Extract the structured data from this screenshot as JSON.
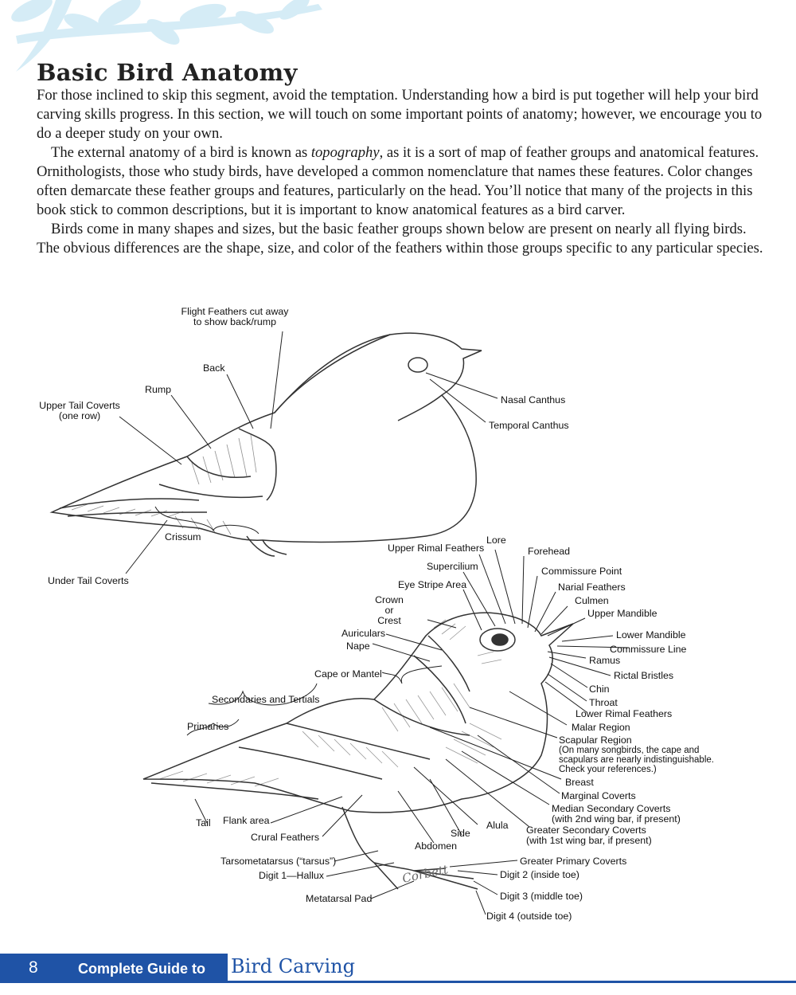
{
  "page": {
    "title": "Basic Bird Anatomy",
    "paragraphs": [
      "For those inclined to skip this segment, avoid the temptation. Understanding how a bird is put together will help your bird carving skills progress. In this section, we will touch on some important points of anatomy; however, we encourage you to do a deeper study on your own.",
      "Birds come in many shapes and sizes, but the basic feather groups shown below are present on nearly all flying birds. The obvious differences are the shape, size, and color of the feathers within those groups specific to any particular species."
    ],
    "para2": {
      "before": "The external anatomy of a bird is known as ",
      "italic": "topography",
      "after": ", as it is a sort of map of feather groups and anatomical features. Ornithologists, those who study birds, have developed a common nomenclature that names these features. Color changes often demarcate these feather groups and features, particularly on the head. You’ll notice that many of the projects in this book stick to common descriptions, but it is important to know anatomical features as a bird carver."
    }
  },
  "figure": {
    "top_bird_labels": {
      "flight_feathers_1": "Flight Feathers cut away",
      "flight_feathers_2": "to show back/rump",
      "back": "Back",
      "rump": "Rump",
      "upper_tail_coverts_1": "Upper Tail Coverts",
      "upper_tail_coverts_2": "(one row)",
      "crissum": "Crissum",
      "under_tail_coverts": "Under Tail Coverts",
      "nasal_canthus": "Nasal Canthus",
      "temporal_canthus": "Temporal Canthus"
    },
    "bottom_bird_labels": {
      "lore": "Lore",
      "upper_rimal_feathers": "Upper Rimal Feathers",
      "forehead": "Forehead",
      "supercilium": "Supercilium",
      "commissure_point": "Commissure Point",
      "eye_stripe_area": "Eye Stripe Area",
      "narial_feathers": "Narial Feathers",
      "crown": "Crown",
      "or": "or",
      "crest": "Crest",
      "culmen": "Culmen",
      "upper_mandible": "Upper Mandible",
      "auriculars": "Auriculars",
      "nape": "Nape",
      "lower_mandible": "Lower Mandible",
      "commissure_line": "Commissure Line",
      "ramus": "Ramus",
      "cape_or_mantel": "Cape or Mantel",
      "rictal_bristles": "Rictal Bristles",
      "chin": "Chin",
      "secondaries_and_tertials": "Secondaries and Tertials",
      "throat": "Throat",
      "lower_rimal_feathers": "Lower Rimal Feathers",
      "primaries": "Primaries",
      "malar_region": "Malar Region",
      "scapular_region": "Scapular Region",
      "scapular_note_1": "(On many songbirds, the cape and",
      "scapular_note_2": "scapulars are nearly indistinguishable.",
      "scapular_note_3": "Check your references.)",
      "breast": "Breast",
      "marginal_coverts": "Marginal Coverts",
      "tail": "Tail",
      "flank_area": "Flank area",
      "median_secondary_coverts_1": "Median Secondary Coverts",
      "median_secondary_coverts_2": "(with 2nd wing bar, if present)",
      "alula": "Alula",
      "crural_feathers": "Crural Feathers",
      "side": "Side",
      "greater_secondary_coverts_1": "Greater Secondary Coverts",
      "greater_secondary_coverts_2": "(with 1st wing bar, if present)",
      "abdomen": "Abdomen",
      "tarsometatarsus": "Tarsometatarsus (“tarsus”)",
      "greater_primary_coverts": "Greater Primary Coverts",
      "digit_1": "Digit 1—Hallux",
      "digit_2": "Digit 2 (inside toe)",
      "metatarsal_pad": "Metatarsal Pad",
      "digit_3": "Digit 3 (middle toe)",
      "digit_4": "Digit 4 (outside toe)"
    },
    "signature": "Corbett"
  },
  "footer": {
    "page_number": "8",
    "book_title_part1": "Complete Guide to",
    "book_title_part2": "Bird Carving",
    "accent_color": "#1f53a6"
  }
}
